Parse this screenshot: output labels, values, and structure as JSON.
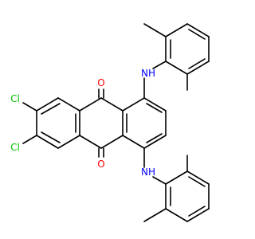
{
  "colors": {
    "O": "#ff0000",
    "N": "#0000ff",
    "Cl": "#00c000",
    "bond": "#000000"
  },
  "atoms": [
    {
      "id": "O1",
      "label": "O",
      "element": "O"
    },
    {
      "id": "O2",
      "label": "O",
      "element": "O"
    },
    {
      "id": "Cl1",
      "label": "Cl",
      "element": "Cl"
    },
    {
      "id": "Cl2",
      "label": "Cl",
      "element": "Cl"
    },
    {
      "id": "N1",
      "label": "NH",
      "element": "N"
    },
    {
      "id": "N2",
      "label": "NH",
      "element": "N"
    }
  ]
}
